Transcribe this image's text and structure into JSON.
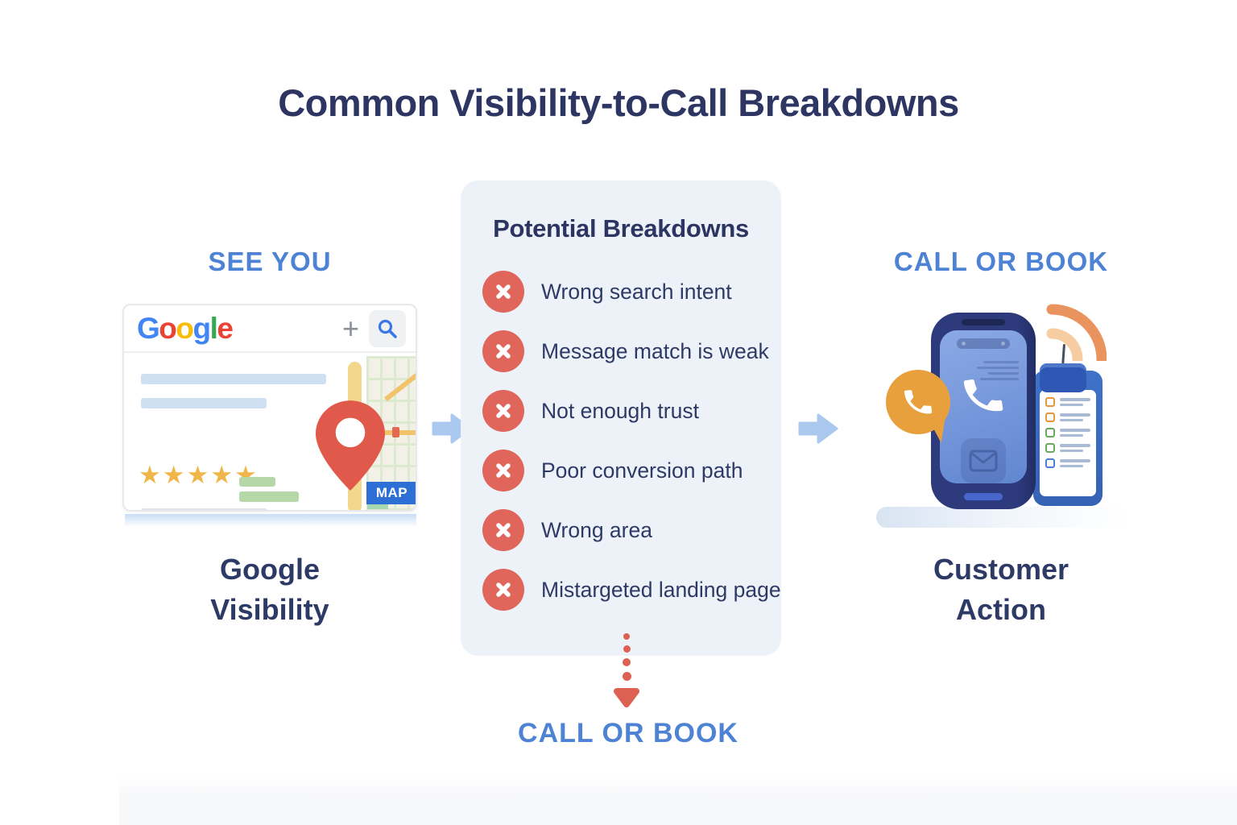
{
  "title": "Common Visibility-to-Call Breakdowns",
  "left_section": {
    "header": "SEE YOU",
    "caption": {
      "line1": "Google",
      "line2": "Visibility"
    },
    "search_card": {
      "logo_letters": [
        {
          "ch": "G",
          "color": "#4285F4"
        },
        {
          "ch": "o",
          "color": "#EA4335"
        },
        {
          "ch": "o",
          "color": "#FBBC05"
        },
        {
          "ch": "g",
          "color": "#4285F4"
        },
        {
          "ch": "l",
          "color": "#34A853"
        },
        {
          "ch": "e",
          "color": "#EA4335"
        }
      ],
      "plus_symbol": "+",
      "rating_stars": "★★★★★",
      "map_badge": "MAP"
    }
  },
  "middle_section": {
    "heading": "Potential Breakdowns",
    "breakdown_items": [
      "Wrong search intent",
      "Message match is weak",
      "Not enough trust",
      "Poor conversion path",
      "Wrong area",
      "Mistargeted landing page"
    ],
    "outcome_label": "CALL OR BOOK"
  },
  "right_section": {
    "header": "CALL OR BOOK",
    "caption": {
      "line1": "Customer",
      "line2": "Action"
    }
  },
  "icons": [
    "search-icon",
    "plus-icon",
    "star-icon",
    "map-pin-icon",
    "x-circle-icon",
    "arrow-right-icon",
    "arrow-down-icon",
    "phone-handset-icon",
    "envelope-icon",
    "speech-bubble-icon",
    "wifi-signal-icon",
    "checkbox-icon"
  ],
  "colors": {
    "title_navy": "#2d3563",
    "label_blue": "#4d82d4",
    "body_navy": "#2e3a66",
    "error_red": "#e0655a",
    "panel_bg": "#edf2f9",
    "arrow_blue": "#abc9ee",
    "accent_orange": "#e8a03c",
    "wifi_orange": "#e9945f",
    "star_gold": "#f0b64a",
    "phone_navy": "#2d3a7c",
    "clipboard_blue": "#3a6cc4",
    "map_badge_blue": "#2e6fd6",
    "skeleton_blue": "#cfe0f3",
    "skeleton_green": "#b6d7a8"
  }
}
